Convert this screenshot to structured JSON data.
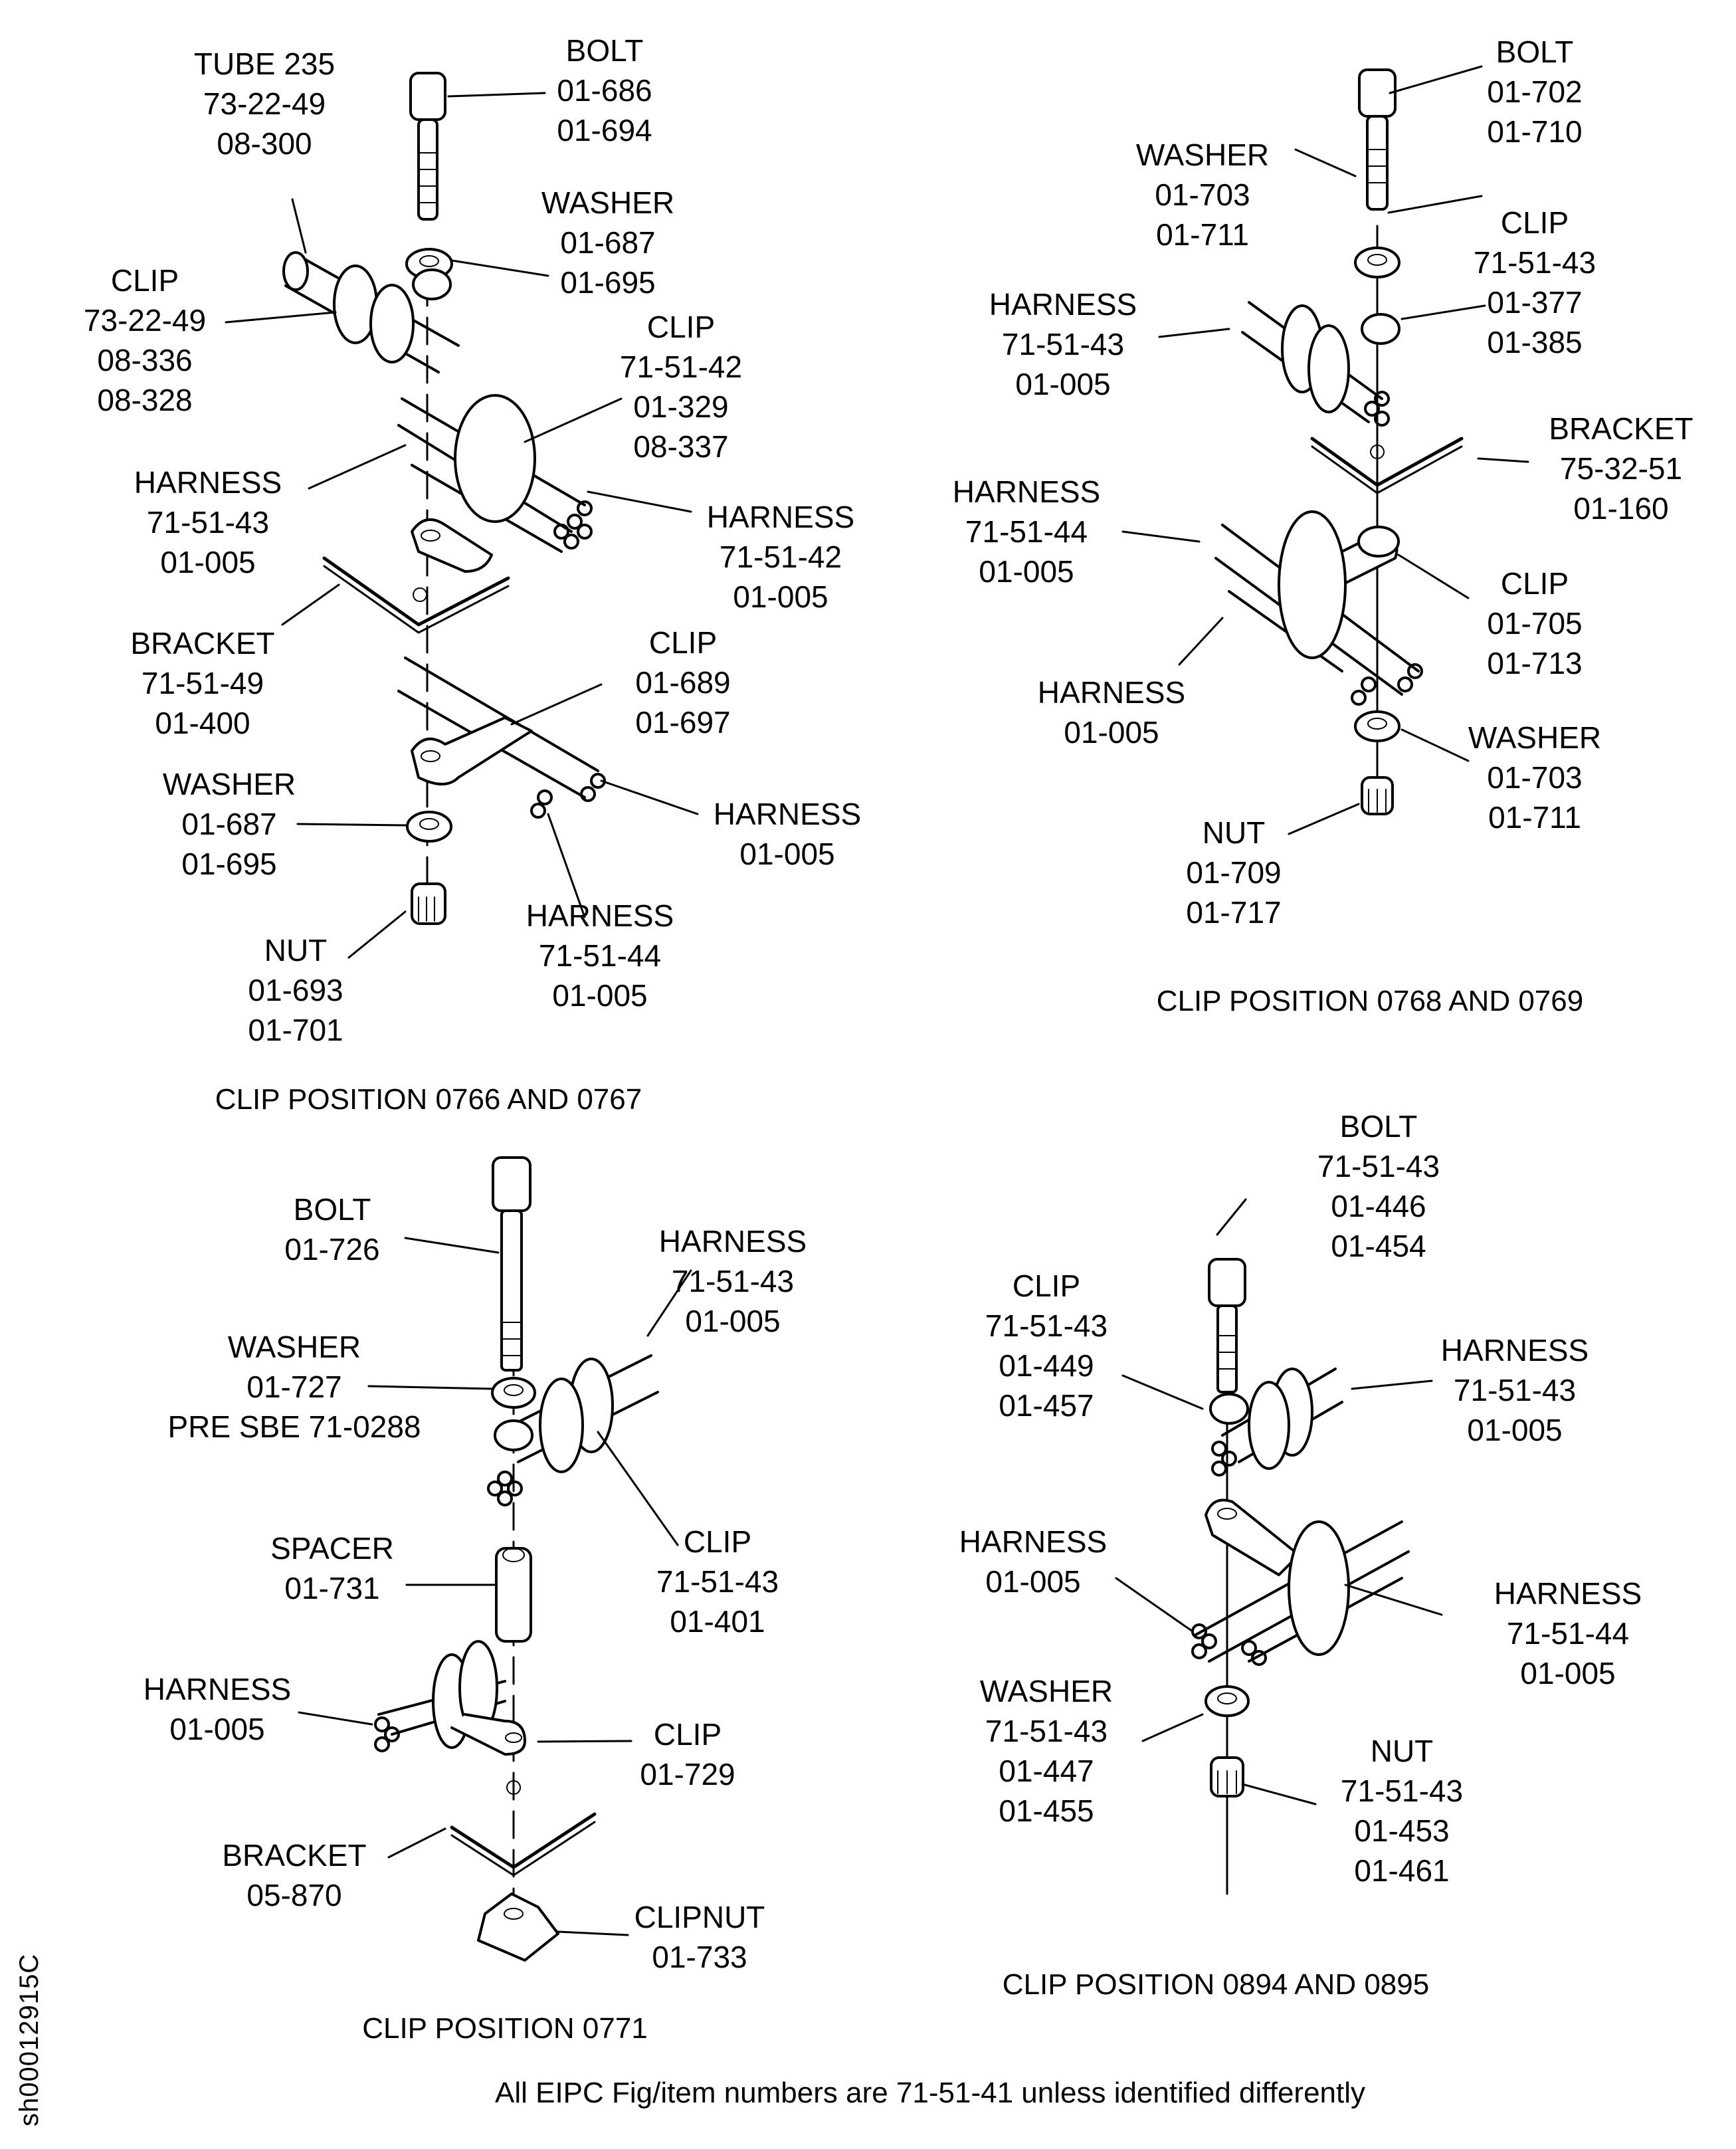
{
  "footer_note": "All EIPC Fig/item numbers are 71-51-41 unless identified differently",
  "sheet_id": "sh00012915C",
  "panels": [
    {
      "caption": "CLIP POSITION 0766 AND 0767",
      "callouts": [
        {
          "name": "TUBE 235",
          "refs": [
            "73-22-49",
            "08-300"
          ]
        },
        {
          "name": "BOLT",
          "refs": [
            "01-686",
            "01-694"
          ]
        },
        {
          "name": "WASHER",
          "refs": [
            "01-687",
            "01-695"
          ]
        },
        {
          "name": "CLIP",
          "refs": [
            "73-22-49",
            "08-336",
            "08-328"
          ]
        },
        {
          "name": "CLIP",
          "refs": [
            "71-51-42",
            "01-329",
            "08-337"
          ]
        },
        {
          "name": "HARNESS",
          "refs": [
            "71-51-43",
            "01-005"
          ]
        },
        {
          "name": "HARNESS",
          "refs": [
            "71-51-42",
            "01-005"
          ]
        },
        {
          "name": "BRACKET",
          "refs": [
            "71-51-49",
            "01-400"
          ]
        },
        {
          "name": "CLIP",
          "refs": [
            "01-689",
            "01-697"
          ]
        },
        {
          "name": "WASHER",
          "refs": [
            "01-687",
            "01-695"
          ]
        },
        {
          "name": "HARNESS",
          "refs": [
            "01-005"
          ]
        },
        {
          "name": "HARNESS",
          "refs": [
            "71-51-44",
            "01-005"
          ]
        },
        {
          "name": "NUT",
          "refs": [
            "01-693",
            "01-701"
          ]
        }
      ]
    },
    {
      "caption": "CLIP POSITION 0768 AND 0769",
      "callouts": [
        {
          "name": "BOLT",
          "refs": [
            "01-702",
            "01-710"
          ]
        },
        {
          "name": "WASHER",
          "refs": [
            "01-703",
            "01-711"
          ]
        },
        {
          "name": "CLIP",
          "refs": [
            "71-51-43",
            "01-377",
            "01-385"
          ]
        },
        {
          "name": "HARNESS",
          "refs": [
            "71-51-43",
            "01-005"
          ]
        },
        {
          "name": "BRACKET",
          "refs": [
            "75-32-51",
            "01-160"
          ]
        },
        {
          "name": "HARNESS",
          "refs": [
            "71-51-44",
            "01-005"
          ]
        },
        {
          "name": "CLIP",
          "refs": [
            "01-705",
            "01-713"
          ]
        },
        {
          "name": "HARNESS",
          "refs": [
            "01-005"
          ]
        },
        {
          "name": "WASHER",
          "refs": [
            "01-703",
            "01-711"
          ]
        },
        {
          "name": "NUT",
          "refs": [
            "01-709",
            "01-717"
          ]
        }
      ]
    },
    {
      "caption": "CLIP POSITION 0771",
      "callouts": [
        {
          "name": "BOLT",
          "refs": [
            "01-726"
          ]
        },
        {
          "name": "HARNESS",
          "refs": [
            "71-51-43",
            "01-005"
          ]
        },
        {
          "name": "WASHER",
          "refs": [
            "01-727",
            "PRE SBE 71-0288"
          ]
        },
        {
          "name": "SPACER",
          "refs": [
            "01-731"
          ]
        },
        {
          "name": "CLIP",
          "refs": [
            "71-51-43",
            "01-401"
          ]
        },
        {
          "name": "HARNESS",
          "refs": [
            "01-005"
          ]
        },
        {
          "name": "CLIP",
          "refs": [
            "01-729"
          ]
        },
        {
          "name": "BRACKET",
          "refs": [
            "05-870"
          ]
        },
        {
          "name": "CLIPNUT",
          "refs": [
            "01-733"
          ]
        }
      ]
    },
    {
      "caption": "CLIP POSITION 0894 AND 0895",
      "callouts": [
        {
          "name": "BOLT",
          "refs": [
            "71-51-43",
            "01-446",
            "01-454"
          ]
        },
        {
          "name": "CLIP",
          "refs": [
            "71-51-43",
            "01-449",
            "01-457"
          ]
        },
        {
          "name": "HARNESS",
          "refs": [
            "71-51-43",
            "01-005"
          ]
        },
        {
          "name": "HARNESS",
          "refs": [
            "01-005"
          ]
        },
        {
          "name": "HARNESS",
          "refs": [
            "71-51-44",
            "01-005"
          ]
        },
        {
          "name": "WASHER",
          "refs": [
            "71-51-43",
            "01-447",
            "01-455"
          ]
        },
        {
          "name": "NUT",
          "refs": [
            "71-51-43",
            "01-453",
            "01-461"
          ]
        }
      ]
    }
  ]
}
